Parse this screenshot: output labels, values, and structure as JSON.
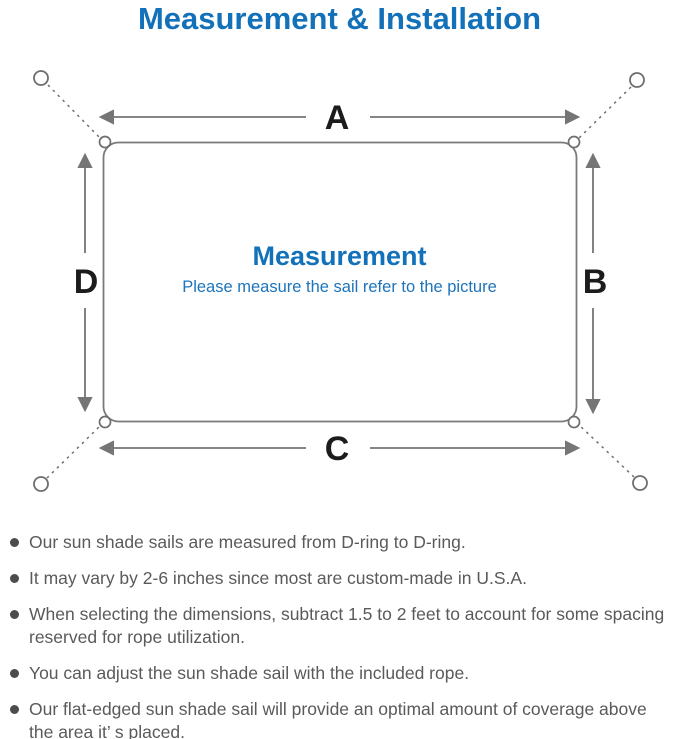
{
  "title": "Measurement & Installation",
  "colors": {
    "accent_blue": "#1271b8",
    "line_gray": "#757575",
    "ring_gray": "#6e6e6e",
    "label_black": "#1c1c1c",
    "body_text_gray": "#5a5a5a"
  },
  "diagram": {
    "shape": "rounded-rectangle sun shade sail with D-rings at 4 corners, dashed ropes to 4 anchor points",
    "labels": {
      "top": "A",
      "right": "B",
      "bottom": "C",
      "left": "D"
    },
    "center": {
      "heading": "Measurement",
      "caption": "Please measure the sail refer to the picture"
    }
  },
  "bullets": [
    {
      "text": "Our sun shade sails are measured from D-ring to D-ring."
    },
    {
      "text": "It may vary by 2-6 inches since most are custom-made in U.S.A."
    },
    {
      "text": "When selecting the dimensions, subtract 1.5 to 2 feet to account for some spacing reserved for rope utilization."
    },
    {
      "text": "You can adjust the sun shade sail with the included rope."
    },
    {
      "text": "Our flat-edged sun shade sail will provide an optimal amount of coverage above the area it’ s placed."
    }
  ]
}
